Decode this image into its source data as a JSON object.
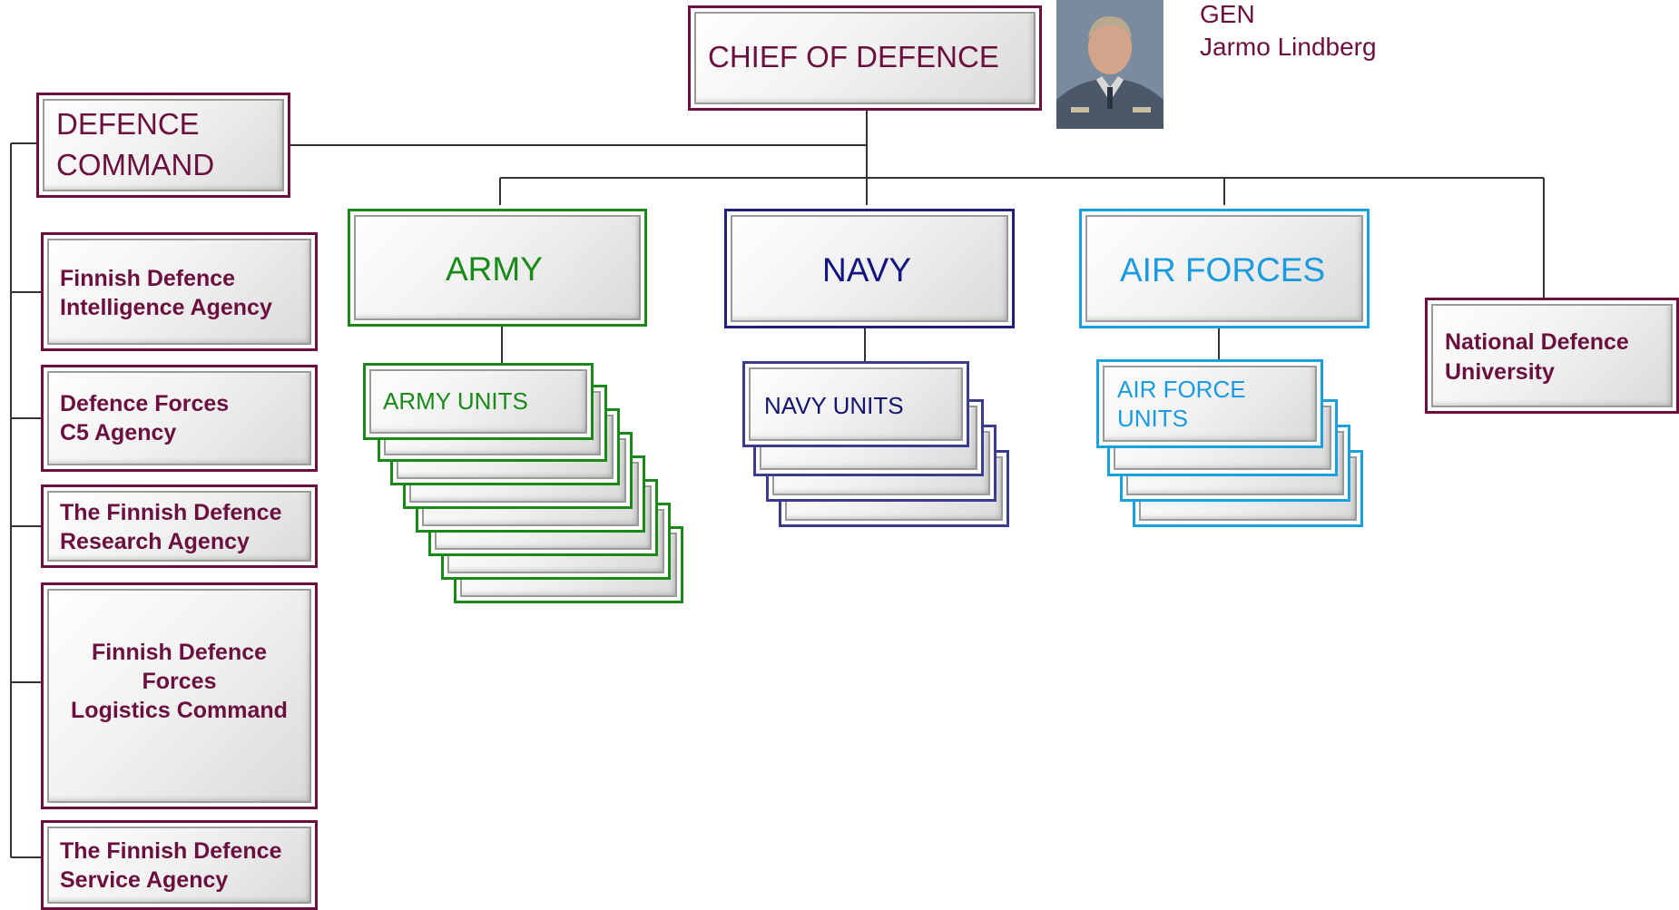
{
  "chief": {
    "title": "CHIEF OF DEFENCE",
    "rank": "GEN",
    "name": "Jarmo Lindberg"
  },
  "photo": {
    "icon": "portrait-photo"
  },
  "defence_command": {
    "line1": "DEFENCE",
    "line2": "COMMAND"
  },
  "agencies": [
    {
      "lines": [
        "Finnish Defence",
        "Intelligence Agency"
      ]
    },
    {
      "lines": [
        "Defence Forces",
        "C5 Agency"
      ]
    },
    {
      "lines": [
        "The Finnish Defence",
        "Research Agency"
      ]
    },
    {
      "lines": [
        "Finnish Defence",
        "Forces",
        "Logistics Command"
      ]
    },
    {
      "lines": [
        "The Finnish Defence",
        "Service Agency"
      ]
    }
  ],
  "branches": {
    "army": {
      "label": "ARMY",
      "units": "ARMY UNITS"
    },
    "navy": {
      "label": "NAVY",
      "units": "NAVY UNITS"
    },
    "air": {
      "label": "AIR FORCES",
      "units_line1": "AIR FORCE",
      "units_line2": "UNITS"
    }
  },
  "university": {
    "lines": [
      "National Defence",
      "University"
    ]
  },
  "colors": {
    "maroon": "#6b0f3e",
    "army_green": "#198a1a",
    "navy_blue": "#1f1f7a",
    "air_sky": "#1aa0e0"
  }
}
